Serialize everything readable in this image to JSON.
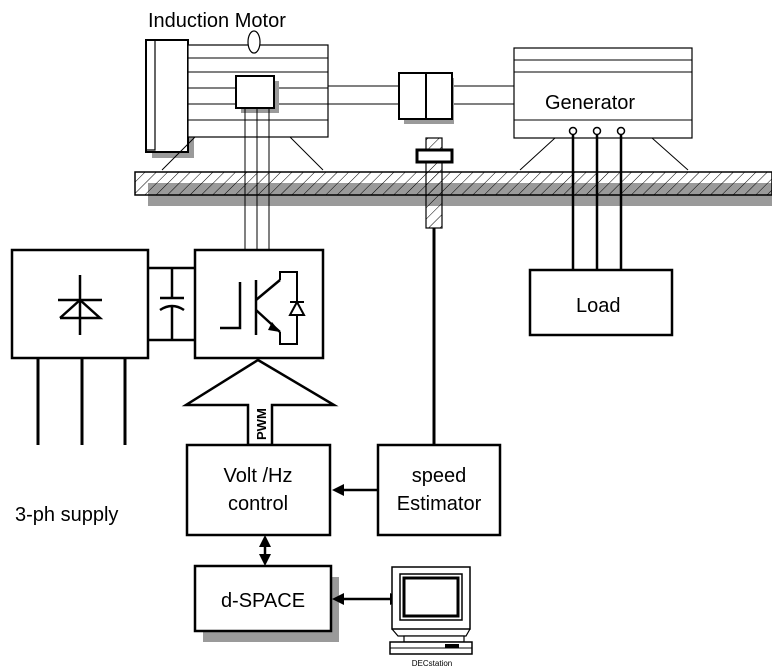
{
  "labels": {
    "motor": "Induction Motor",
    "generator": "Generator",
    "load": "Load",
    "pwm": "PWM",
    "volt_hz_line1": "Volt /Hz",
    "volt_hz_line2": "control",
    "speed_line1": "speed",
    "speed_line2": "Estimator",
    "supply": "3-ph supply",
    "dspace": "d-SPACE",
    "workstation": "DECstation"
  }
}
